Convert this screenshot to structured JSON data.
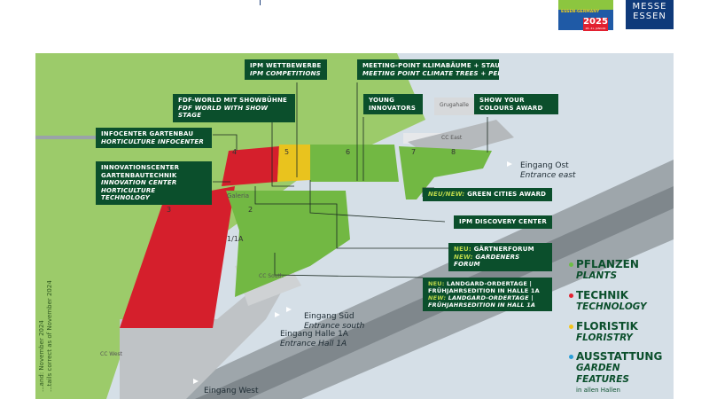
{
  "logos": {
    "ipm": {
      "text": "ESSEN-GERMANY",
      "year": "2025",
      "dates": "28.-31. JANUAR"
    },
    "messe": {
      "text": "MESSE ESSEN"
    }
  },
  "labels": {
    "ipm_wettbewerbe": {
      "de": "IPM WETTBEWERBE",
      "en": "IPM COMPETITIONS"
    },
    "meeting_point": {
      "de": "MEETING-POINT KLIMABÄUME + STAUDEN",
      "en": "MEETING POINT CLIMATE TREES + PERENNIALS"
    },
    "fdf_world": {
      "de": "FDF-WORLD MIT SHOWBÜHNE",
      "en": "FDF WORLD WITH SHOW STAGE"
    },
    "young_innovators": {
      "line1": "YOUNG",
      "line2": "INNOVATORS"
    },
    "show_colours": {
      "line1": "SHOW YOUR",
      "line2": "COLOURS AWARD"
    },
    "infocenter": {
      "de": "INFOCENTER GARTENBAU",
      "en": "HORTICULTURE INFOCENTER"
    },
    "innovationscenter": {
      "de1": "INNOVATIONSCENTER",
      "de2": "GARTENBAUTECHNIK",
      "en1": "INNOVATION CENTER",
      "en2": "HORTICULTURE TECHNOLOGY"
    },
    "green_cities": {
      "prefix": "NEU/NEW:",
      "text": "GREEN CITIES AWARD"
    },
    "discovery": {
      "text": "IPM DISCOVERY CENTER"
    },
    "gaertnerforum": {
      "neu": "NEU:",
      "de": "GÄRTNERFORUM",
      "new": "NEW:",
      "en": "GARDENERS FORUM"
    },
    "landgard": {
      "neu": "NEU:",
      "de1": "LANDGARD-ORDERTAGE |",
      "de2": "FRÜHJAHRSEDITION IN HALLE 1A",
      "new": "NEW:",
      "en1": "LANDGARD-ORDERTAGE |",
      "en2": "FRÜHJAHRSEDITION IN HALL 1A"
    }
  },
  "halls": {
    "h1": "1/1A",
    "h2": "2",
    "h3": "3",
    "h4": "4",
    "h5": "5",
    "h6": "6",
    "h7": "7",
    "h8": "8"
  },
  "buildings": {
    "grugahalle": "Grugahalle",
    "cc_east": "CC East",
    "cc_south": "CC South",
    "cc_west": "CC West",
    "galeria": "Galeria"
  },
  "entrances": {
    "ost": {
      "de": "Eingang Ost",
      "en": "Entrance east"
    },
    "sued": {
      "de": "Eingang Süd",
      "en": "Entrance south"
    },
    "halle1a": {
      "de": "Eingang Halle 1A",
      "en": "Entrance Hall 1A"
    },
    "west": {
      "de": "Eingang West"
    }
  },
  "legend": [
    {
      "de": "PFLANZEN",
      "en": "PLANTS",
      "color": "#6cbd45"
    },
    {
      "de": "TECHNIK",
      "en": "TECHNOLOGY",
      "color": "#e2202f"
    },
    {
      "de": "FLORISTIK",
      "en": "FLORISTRY",
      "color": "#f3c51b"
    },
    {
      "de": "AUSSTATTUNG",
      "en1": "GARDEN",
      "en2": "FEATURES",
      "note": "in allen Hallen",
      "color": "#2a9fd8"
    }
  ],
  "footnote": {
    "de": "...and: November 2024",
    "en": "...tails correct as of November 2024"
  }
}
